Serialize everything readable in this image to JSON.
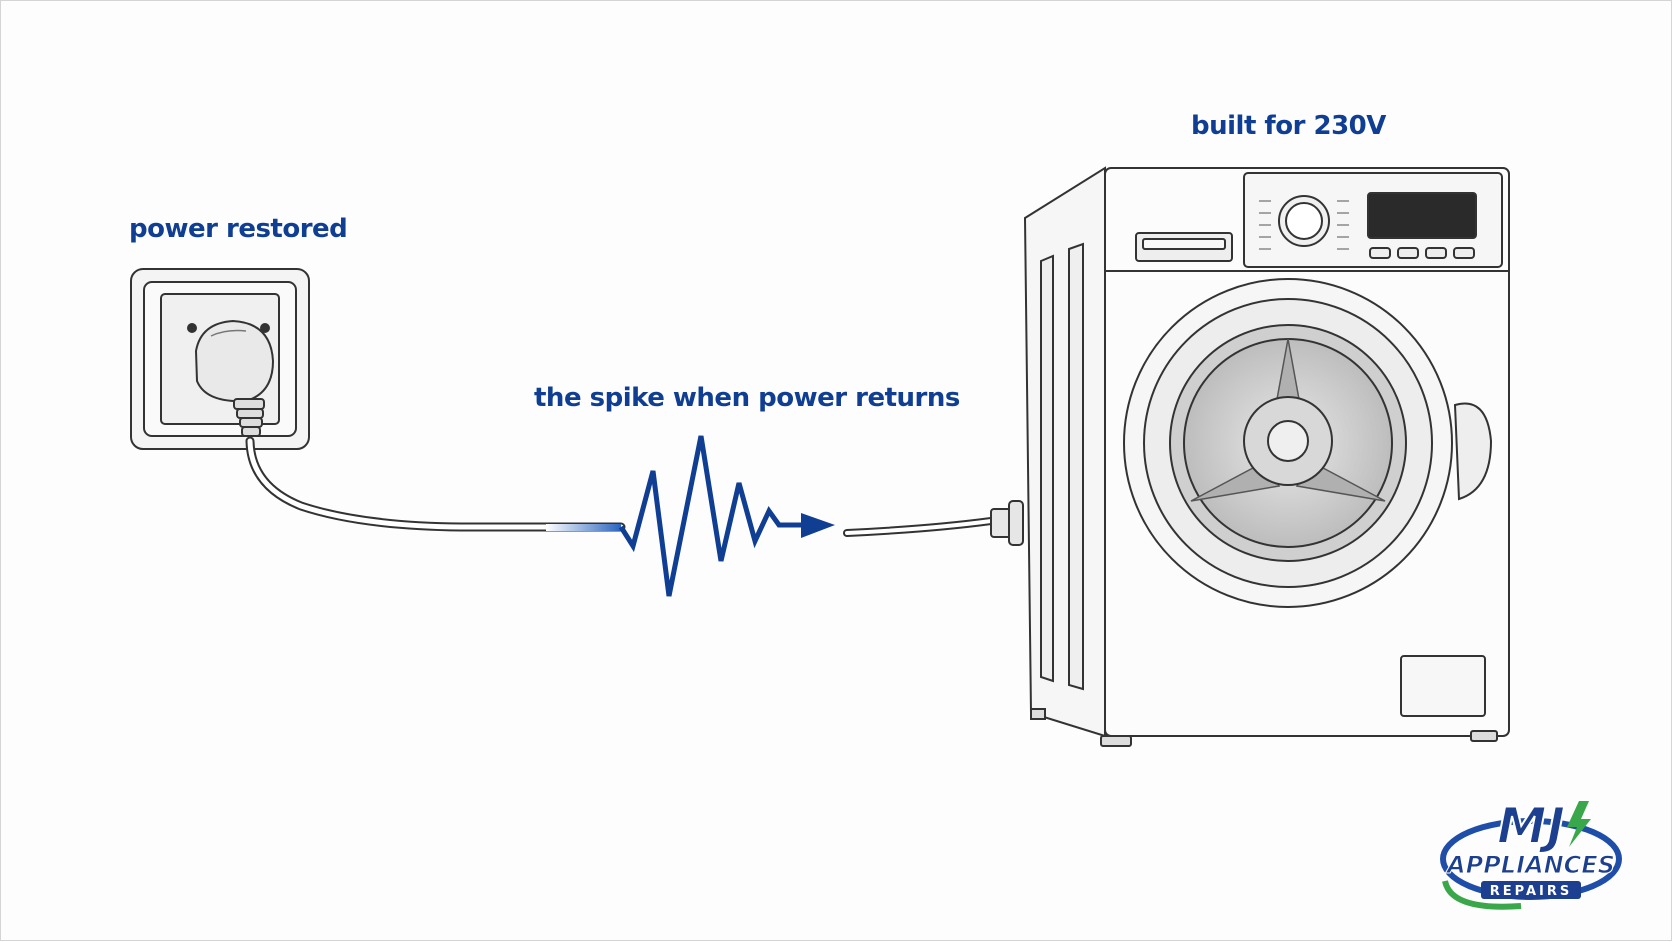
{
  "labels": {
    "outlet": "power restored",
    "spike": "the spike when power returns",
    "washer": "built for 230V"
  },
  "logo": {
    "line1": "MJ",
    "line2": "APPLIANCES",
    "line3": "REPAIRS"
  },
  "colors": {
    "accent_blue": "#0f3e92",
    "logo_green": "#3aa84a",
    "line_gray": "#3a3a3a"
  },
  "icons": [
    "wall-outlet-icon",
    "plug-icon",
    "power-spike-icon",
    "arrow-right-icon",
    "washing-machine-icon",
    "mj-logo"
  ]
}
